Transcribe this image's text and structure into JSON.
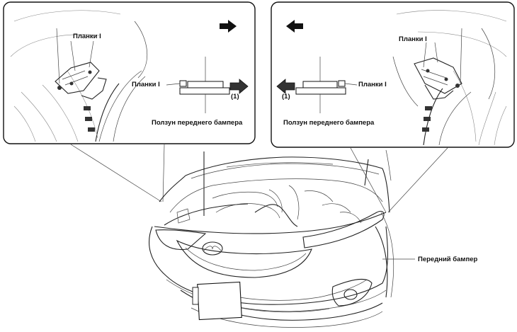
{
  "labels": {
    "left_planki_top": "Планки I",
    "left_planki_side": "Планки I",
    "left_slider": "Ползун переднего бампера",
    "left_marker": "(1)",
    "right_planki_top": "Планки I",
    "right_planki_side": "Планки I",
    "right_slider": "Ползун переднего бампера",
    "right_marker": "(1)",
    "front_bumper": "Передний бампер"
  }
}
